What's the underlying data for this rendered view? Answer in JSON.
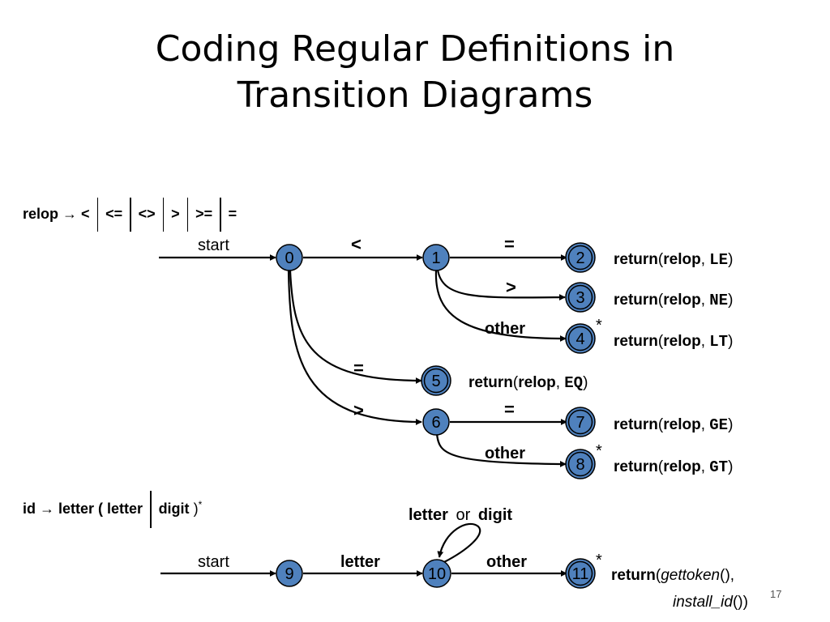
{
  "title": {
    "line1": "Coding Regular Definitions in",
    "line2": "Transition Diagrams"
  },
  "relop_rule": {
    "lhs": "relop",
    "arrow": "→",
    "alternatives": [
      "<",
      "<=",
      "<>",
      ">",
      ">=",
      "="
    ]
  },
  "id_rule": {
    "lhs": "id",
    "arrow": "→",
    "part1": "letter ( letter",
    "part2": "digit",
    "close": ")",
    "star": "*"
  },
  "diagram1": {
    "start_label": "start",
    "states": [
      {
        "id": "0",
        "accepting": false
      },
      {
        "id": "1",
        "accepting": false
      },
      {
        "id": "2",
        "accepting": true
      },
      {
        "id": "3",
        "accepting": true
      },
      {
        "id": "4",
        "accepting": true,
        "retract": "*"
      },
      {
        "id": "5",
        "accepting": true
      },
      {
        "id": "6",
        "accepting": false
      },
      {
        "id": "7",
        "accepting": true
      },
      {
        "id": "8",
        "accepting": true,
        "retract": "*"
      }
    ],
    "edges": [
      {
        "from": "0",
        "to": "1",
        "label": "<"
      },
      {
        "from": "1",
        "to": "2",
        "label": "="
      },
      {
        "from": "1",
        "to": "3",
        "label": ">"
      },
      {
        "from": "1",
        "to": "4",
        "label": "other"
      },
      {
        "from": "0",
        "to": "5",
        "label": "="
      },
      {
        "from": "0",
        "to": "6",
        "label": ">"
      },
      {
        "from": "6",
        "to": "7",
        "label": "="
      },
      {
        "from": "6",
        "to": "8",
        "label": "other"
      }
    ],
    "actions": [
      {
        "state": "2",
        "fn": "return",
        "arg1": "relop",
        "token": "LE"
      },
      {
        "state": "3",
        "fn": "return",
        "arg1": "relop",
        "token": "NE"
      },
      {
        "state": "4",
        "fn": "return",
        "arg1": "relop",
        "token": "LT"
      },
      {
        "state": "5",
        "fn": "return",
        "arg1": "relop",
        "token": "EQ"
      },
      {
        "state": "7",
        "fn": "return",
        "arg1": "relop",
        "token": "GE"
      },
      {
        "state": "8",
        "fn": "return",
        "arg1": "relop",
        "token": "GT"
      }
    ]
  },
  "diagram2": {
    "start_label": "start",
    "states": [
      {
        "id": "9",
        "accepting": false
      },
      {
        "id": "10",
        "accepting": false
      },
      {
        "id": "11",
        "accepting": true,
        "retract": "*"
      }
    ],
    "edges": [
      {
        "from": "9",
        "to": "10",
        "label": "letter"
      },
      {
        "from": "10",
        "to": "10",
        "label_bold1": "letter",
        "label_mid": "or",
        "label_bold2": "digit"
      },
      {
        "from": "10",
        "to": "11",
        "label": "other"
      }
    ],
    "action": {
      "fn": "return",
      "call1": "gettoken",
      "paren1": "(),",
      "call2": "install_id",
      "paren2": "())"
    }
  },
  "page_number": "17",
  "colors": {
    "state_fill": "#4f81bd",
    "stroke": "#000000"
  }
}
